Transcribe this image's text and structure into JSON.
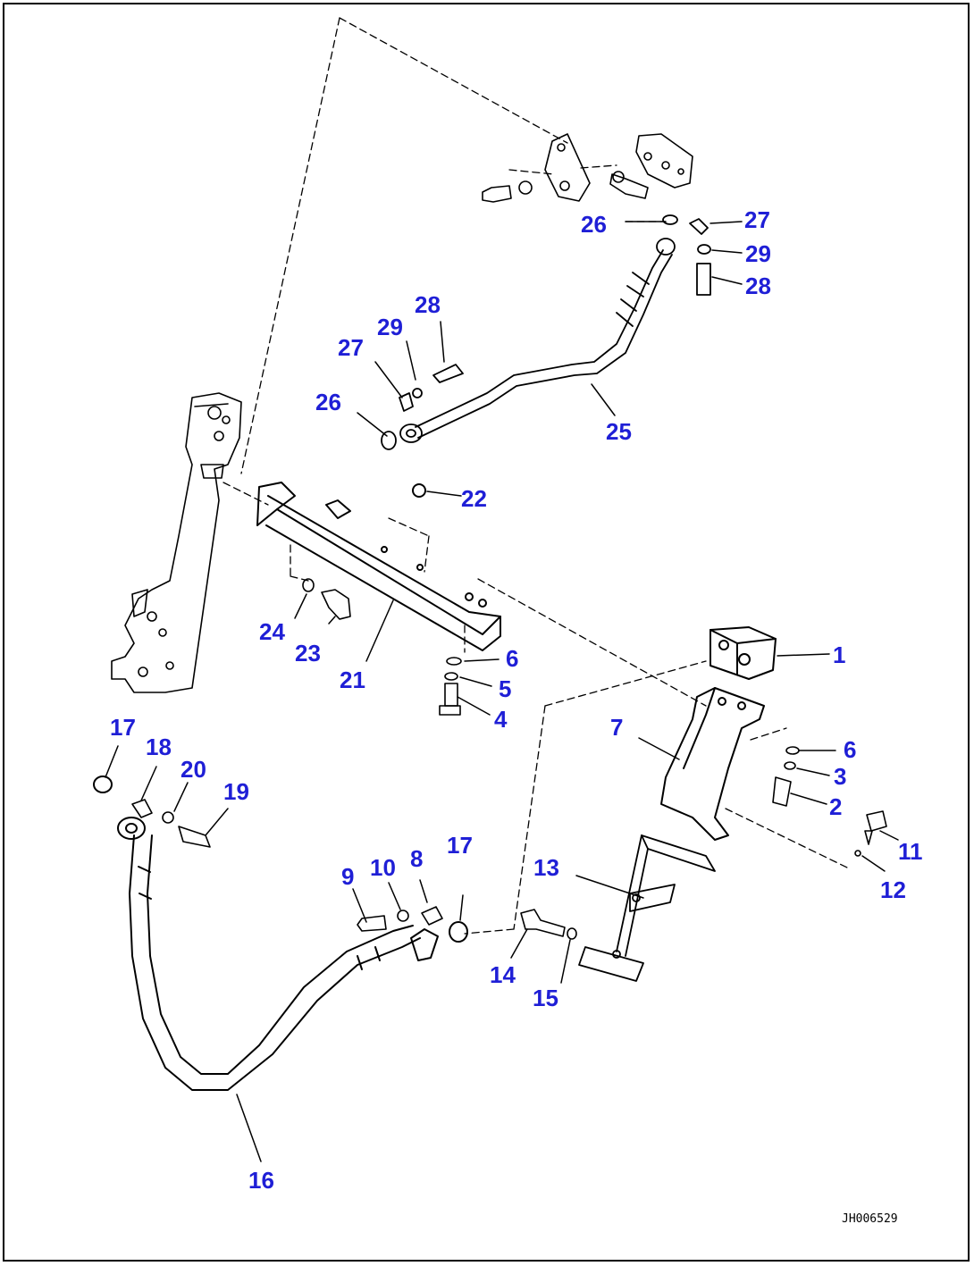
{
  "drawing_ref": "JH006529",
  "colors": {
    "callout": "#1f1fd6",
    "line": "#000000",
    "background": "#ffffff"
  },
  "callouts": [
    "1",
    "2",
    "3",
    "4",
    "5",
    "6",
    "7",
    "8",
    "9",
    "10",
    "11",
    "12",
    "13",
    "14",
    "15",
    "16",
    "17",
    "18",
    "19",
    "20",
    "21",
    "22",
    "23",
    "24",
    "25",
    "26",
    "27",
    "28",
    "29"
  ]
}
